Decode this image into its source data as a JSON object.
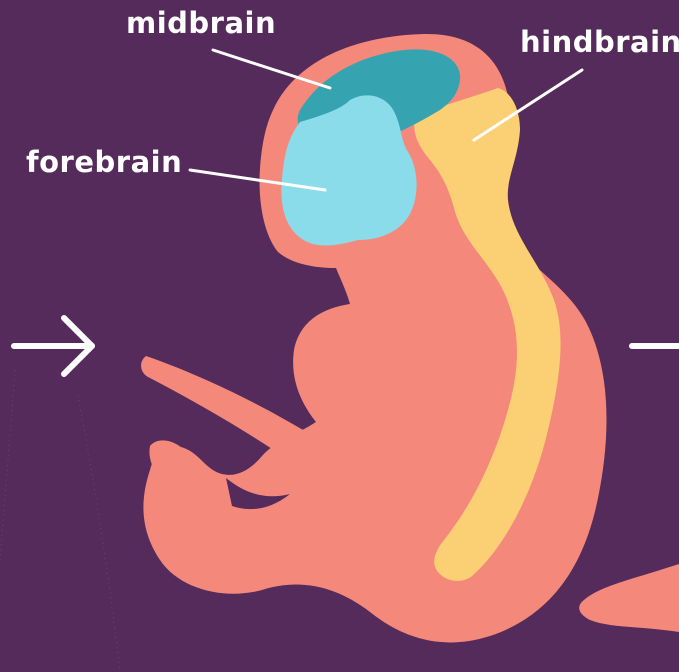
{
  "labels": {
    "midbrain": "midbrain",
    "hindbrain": "hindbrain",
    "forebrain": "forebrain"
  },
  "colors": {
    "background": "#552b5c",
    "body": "#f4897b",
    "midbrain": "#36a4b0",
    "forebrain": "#8adcea",
    "hindbrain": "#fbcf73",
    "label_text": "#ffffff"
  },
  "icons": [
    "arrow-right-icon",
    "arrow-right-partial-icon"
  ]
}
